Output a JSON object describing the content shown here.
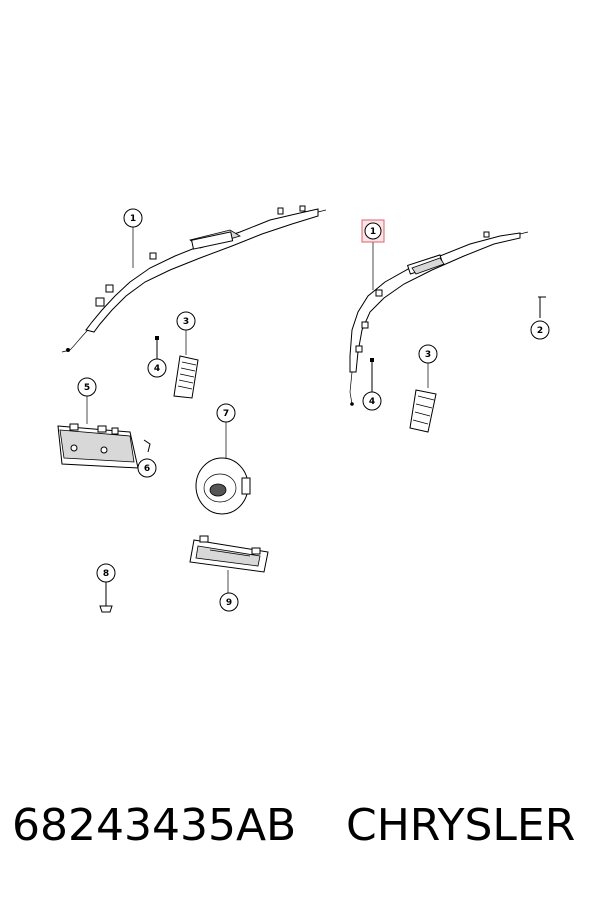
{
  "footer": {
    "part_number": "68243435AB",
    "brand": "CHRYSLER"
  },
  "callouts": [
    {
      "id": "c1-left",
      "label": "1"
    },
    {
      "id": "c1-right",
      "label": "1",
      "highlighted": true
    },
    {
      "id": "c2",
      "label": "2"
    },
    {
      "id": "c3-left",
      "label": "3"
    },
    {
      "id": "c3-right",
      "label": "3"
    },
    {
      "id": "c4-left",
      "label": "4"
    },
    {
      "id": "c4-right",
      "label": "4"
    },
    {
      "id": "c5",
      "label": "5"
    },
    {
      "id": "c6",
      "label": "6"
    },
    {
      "id": "c7",
      "label": "7"
    },
    {
      "id": "c8",
      "label": "8"
    },
    {
      "id": "c9",
      "label": "9"
    }
  ],
  "colors": {
    "highlight": "#e06070",
    "highlight_fill": "#fbe3e6"
  }
}
